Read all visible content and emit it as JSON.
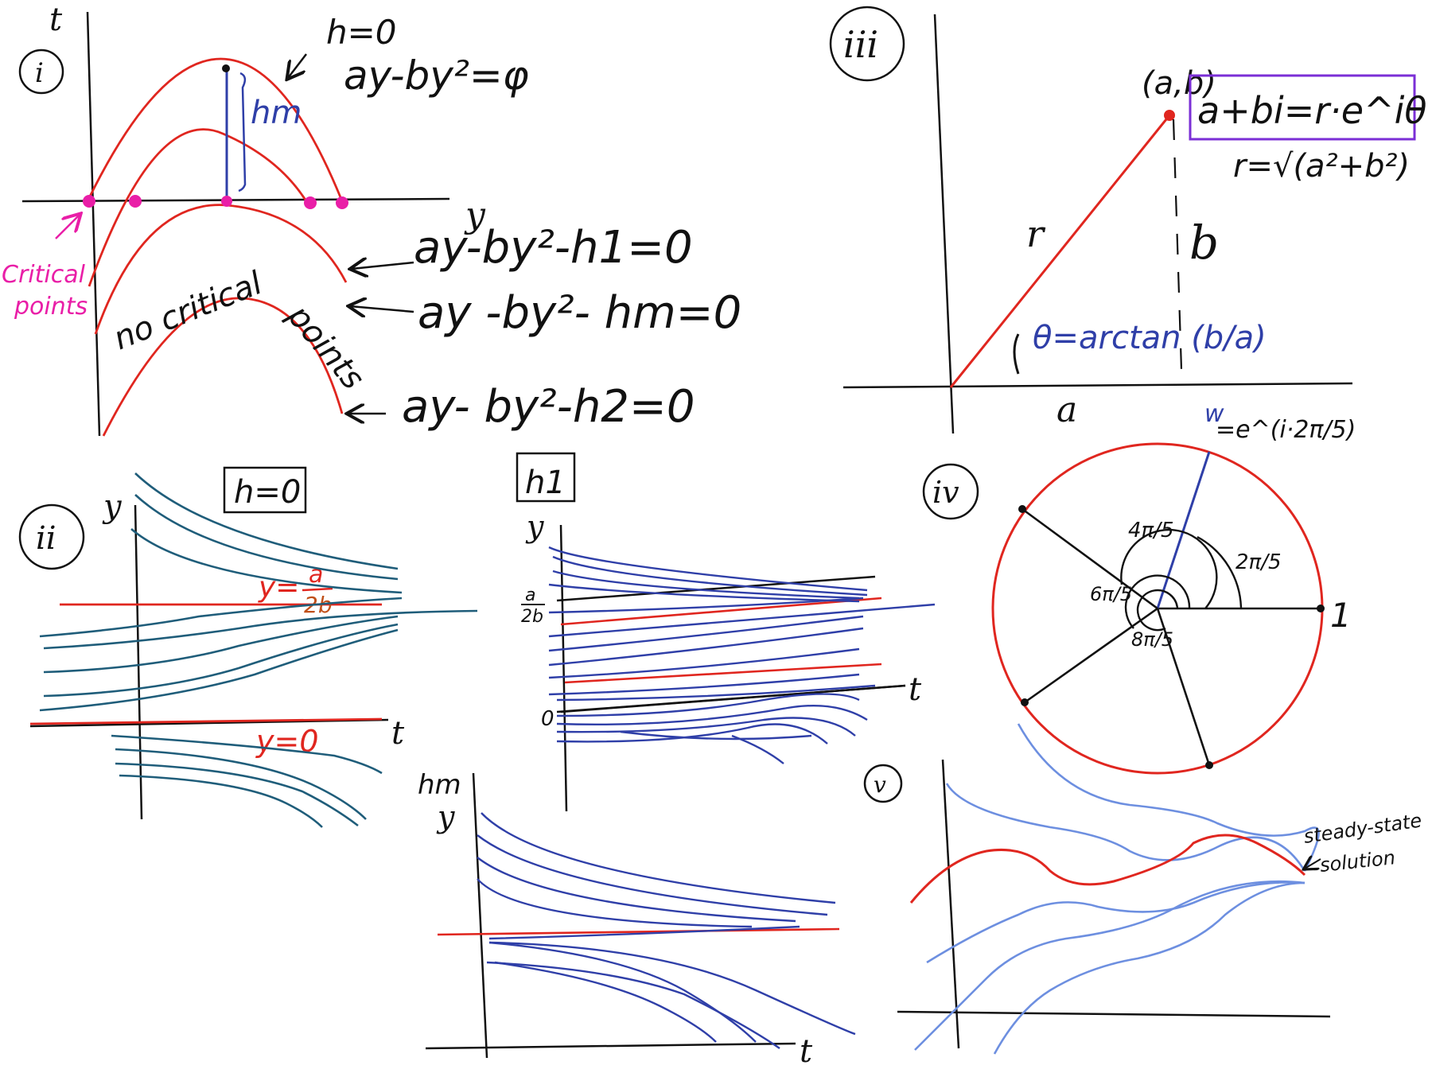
{
  "colors": {
    "ink": "#111111",
    "red": "#e0261f",
    "blue": "#2f3fa8",
    "teal": "#1f5d7a",
    "magenta": "#e91ea7",
    "purple": "#7b2fd6",
    "lightblue": "#6d8fe0"
  },
  "panel_i": {
    "label": "i",
    "t_axis": "t",
    "y_axis": "y",
    "h0_line1": "h=0",
    "h0_line2": "ay-by²=φ",
    "hm_mark": "hm",
    "eq_h1": "ay-by²-h1=0",
    "eq_hm": "ay -by²- hm=0",
    "eq_h2": "ay- by²-h2=0",
    "critical_1": "Critical",
    "critical_2": "points",
    "no_critical_1": "no critical",
    "no_critical_2": "points"
  },
  "panel_ii": {
    "label": "ii",
    "y_axis": "y",
    "t_axis": "t",
    "box_label": "h=0",
    "upper_line_y": "y=",
    "upper_line_num": "a",
    "upper_line_den": "2b",
    "lower_line_label": "y=0"
  },
  "panel_h1": {
    "box_label": "h1",
    "y_axis": "y",
    "t_axis": "t",
    "tick_num": "a",
    "tick_den": "2b",
    "tick_zero": "0"
  },
  "panel_hm": {
    "y_axis_1": "hm",
    "y_axis_2": "y",
    "t_axis": "t"
  },
  "panel_iii": {
    "label": "iii",
    "point": "(a,b)",
    "formula": "a+bi=r·e^iθ",
    "modulus": "r=√(a²+b²)",
    "r_label": "r",
    "b_label": "b",
    "a_label": "a",
    "theta": "θ=arctan (b/a)"
  },
  "panel_iv": {
    "label": "iv",
    "w_label": "w",
    "w_formula": "=e^(i·2π/5)",
    "angle_2": "2π/5",
    "angle_4": "4π/5",
    "angle_6": "6π/5",
    "angle_8": "8π/5",
    "one": "1"
  },
  "panel_v": {
    "label": "v",
    "note_1": "steady-state",
    "note_2": "solution"
  }
}
